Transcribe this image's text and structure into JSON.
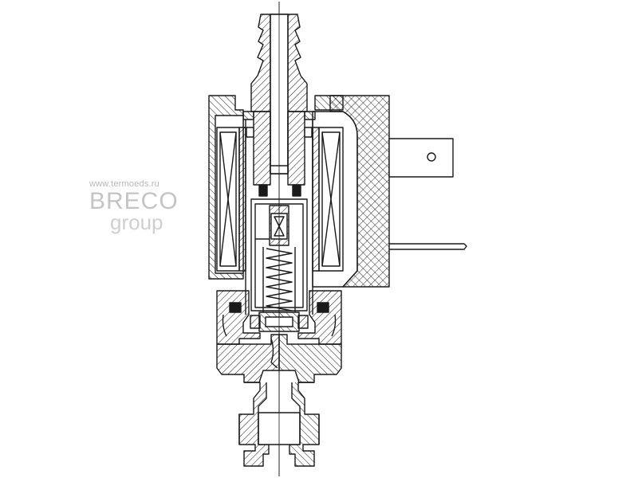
{
  "watermark": {
    "url": "www.termoeds.ru",
    "brand": "BRECO",
    "sub": "group"
  },
  "colors": {
    "line": "#1a1a1a",
    "hatch": "#1a1a1a",
    "background": "#ffffff",
    "watermark": "#c4c4c4"
  }
}
